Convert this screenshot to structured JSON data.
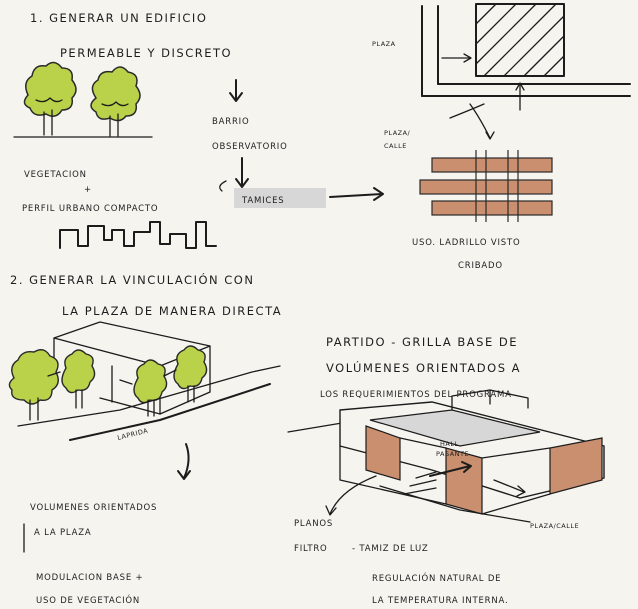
{
  "section1": {
    "title_line1": "1. GENERAR UN EDIFICIO",
    "title_line2": "PERMEABLE Y DISCRETO",
    "vegetacion": "VEGETACION",
    "plus": "+",
    "perfil": "PERFIL URBANO COMPACTO",
    "barrio_line1": "BARRIO",
    "barrio_line2": "OBSERVATORIO",
    "tamices": "TAMICES",
    "plaza": "PLAZA",
    "plaza_calle_line1": "PLAZA/",
    "plaza_calle_line2": "CALLE",
    "uso_line1": "USO. LADRILLO VISTO",
    "uso_line2": "CRIBADO"
  },
  "section2": {
    "title_line1": "2. GENERAR LA VINCULACIÓN CON",
    "title_line2": "LA PLAZA DE MANERA DIRECTA",
    "laprida": "LAPRIDA",
    "volumenes_line1": "VOLUMENES ORIENTADOS",
    "volumenes_line2": "A LA PLAZA",
    "modulacion_line1": "MODULACION BASE +",
    "modulacion_line2": "USO DE VEGETACIÓN",
    "partido_line1": "PARTIDO - GRILLA BASE DE",
    "partido_line2": "VOLÚMENES ORIENTADOS A",
    "partido_line3": "LOS REQUERIMIENTOS DEL PROGRAMA",
    "hall_line1": "HALL",
    "hall_line2": "PASANTE",
    "plaza_calle": "PLAZA/CALLE",
    "planos_line1": "PLANOS",
    "planos_line2": "FILTRO",
    "tamiz": "- TAMIZ DE LUZ",
    "regulacion_line1": "REGULACIÓN NATURAL DE",
    "regulacion_line2": "LA TEMPERATURA INTERNA."
  },
  "colors": {
    "tree_green": "#b9d24a",
    "brick": "#c98f6e",
    "highlight_gray": "#d7d7d7",
    "ink": "#1c1c1c"
  }
}
